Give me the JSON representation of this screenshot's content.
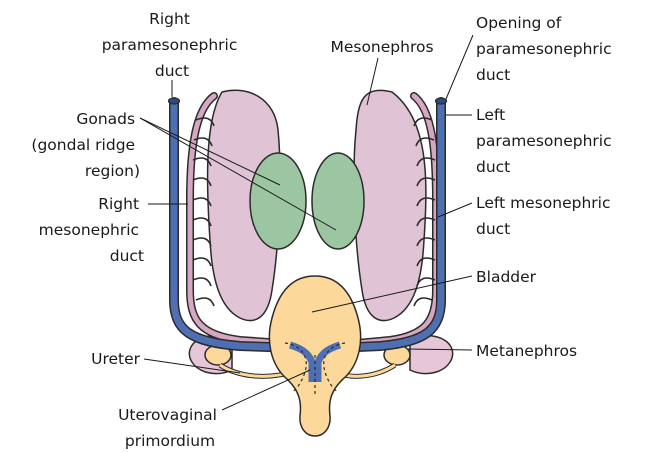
{
  "colors": {
    "mesonephros": "#e0c4d6",
    "gonad": "#9cc5a2",
    "paramesonephric_duct": "#4f6fb3",
    "mesonephric_duct": "#d6a7c2",
    "bladder": "#fcd99a",
    "metanephros": "#e6c6d8",
    "outline": "#2b2b2b"
  },
  "labels": {
    "right_paramesonephric": [
      "Right",
      "paramesonephric",
      "duct"
    ],
    "mesonephros": [
      "Mesonephros"
    ],
    "opening_paramesonephric": [
      "Opening of",
      "paramesonephric",
      "duct"
    ],
    "gonads": [
      "Gonads",
      "(gondal ridge",
      "region)"
    ],
    "left_paramesonephric": [
      "Left",
      "paramesonephric",
      "duct"
    ],
    "right_mesonephric": [
      "Right",
      "mesonephric",
      "duct"
    ],
    "left_mesonephric": [
      "Left mesonephric",
      "duct"
    ],
    "bladder": [
      "Bladder"
    ],
    "metanephros": [
      "Metanephros"
    ],
    "ureter": [
      "Ureter"
    ],
    "uterovaginal": [
      "Uterovaginal",
      "primordium"
    ]
  }
}
